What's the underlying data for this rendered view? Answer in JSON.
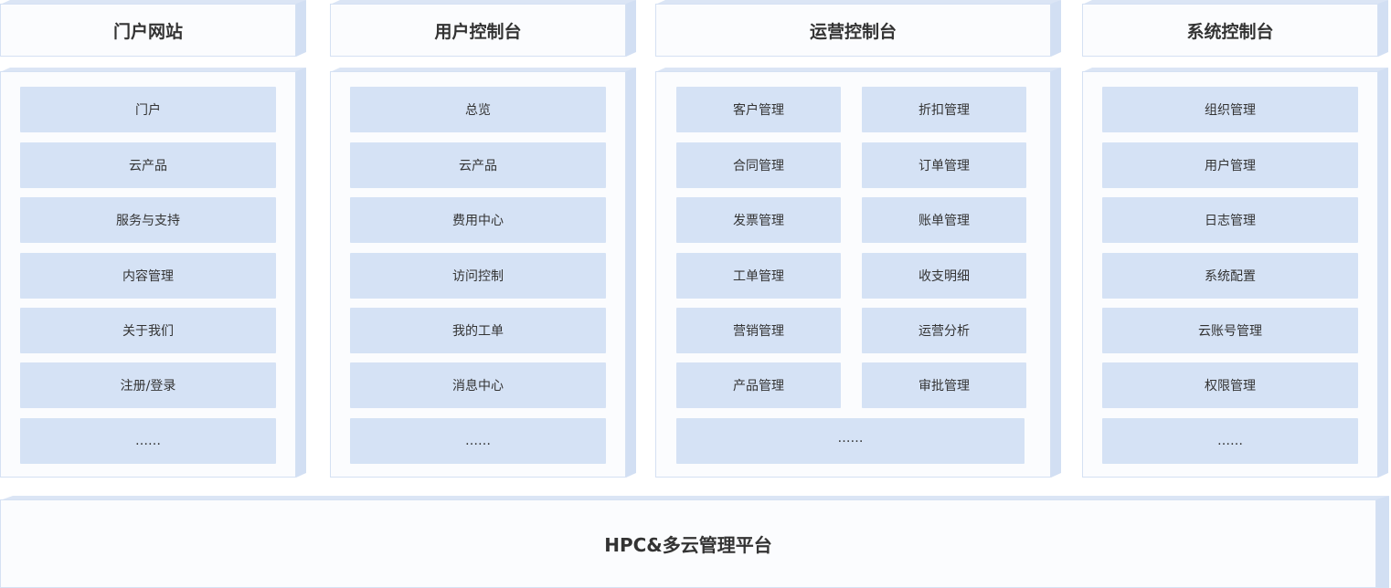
{
  "columns": [
    {
      "title": "门户网站",
      "items": [
        "门户",
        "云产品",
        "服务与支持",
        "内容管理",
        "关于我们",
        "注册/登录",
        "……"
      ]
    },
    {
      "title": "用户控制台",
      "items": [
        "总览",
        "云产品",
        "费用中心",
        "访问控制",
        "我的工单",
        "消息中心",
        "……"
      ]
    },
    {
      "title": "运营控制台",
      "items_left": [
        "客户管理",
        "合同管理",
        "发票管理",
        "工单管理",
        "营销管理",
        "产品管理"
      ],
      "items_right": [
        "折扣管理",
        "订单管理",
        "账单管理",
        "收支明细",
        "运营分析",
        "审批管理"
      ],
      "more": "……"
    },
    {
      "title": "系统控制台",
      "items": [
        "组织管理",
        "用户管理",
        "日志管理",
        "系统配置",
        "云账号管理",
        "权限管理",
        "……"
      ]
    }
  ],
  "platform": {
    "title": "HPC&多云管理平台"
  }
}
